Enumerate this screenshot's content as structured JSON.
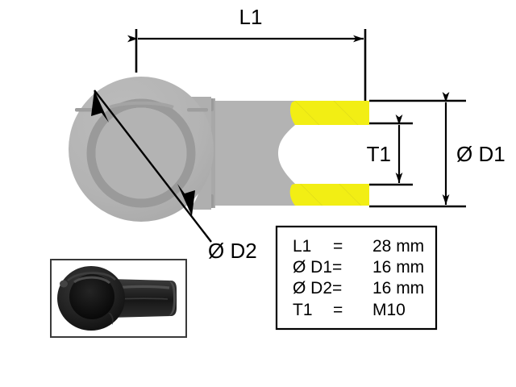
{
  "drawing": {
    "title_labels": {
      "length": "L1",
      "outer_diameter": "Ø D1",
      "hole_diameter": "Ø D2",
      "thread": "T1"
    },
    "colors": {
      "insulation_yellow": "#F2EE14",
      "metal_gray": "#B3B3B3",
      "metal_gray_dark": "#9A9A9A",
      "metal_gray_mid": "#A8A8A8",
      "outline": "#000000",
      "background": "#FFFFFF",
      "photo_body": "#1C1C1C"
    }
  },
  "spec_table": {
    "rows": [
      {
        "label": "L1",
        "equals": "=",
        "value": "28 mm"
      },
      {
        "label": "Ø D1=",
        "equals": "",
        "value": "16 mm"
      },
      {
        "label": "Ø D2=",
        "equals": "",
        "value": "16 mm"
      },
      {
        "label": "T1",
        "equals": "=",
        "value": "M10"
      }
    ]
  },
  "photo_inset": {
    "caption": ""
  }
}
